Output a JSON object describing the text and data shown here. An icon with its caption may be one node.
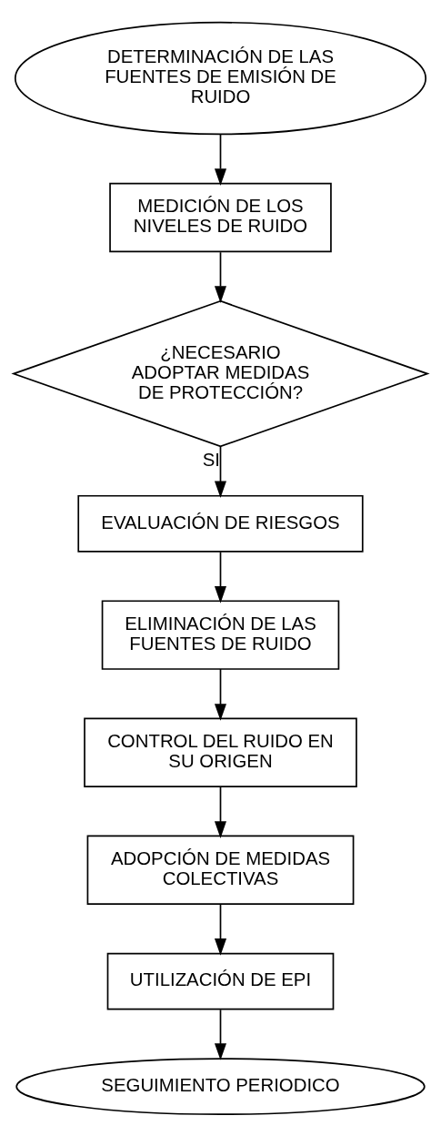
{
  "diagram": {
    "nodes": [
      {
        "text": [
          "DETERMINACIÓN DE LAS FUENTES DE EMISIÓN DE RUIDO"
        ]
      },
      {
        "text": [
          "MEDICIÓN DE LOS NIVELES DE RUIDO"
        ]
      },
      {
        "text": [
          "¿NECESARIO ADOPTAR MEDIDAS DE PROTECCIÓN?"
        ]
      },
      {
        "text": [
          "EVALUACIÓN DE RIESGOS"
        ]
      },
      {
        "text": [
          "ELIMINACIÓN DE LAS FUENTES DE RUIDO"
        ]
      },
      {
        "text": [
          "CONTROL DEL RUIDO EN SU ORIGEN"
        ]
      },
      {
        "text": [
          "ADOPCIÓN DE MEDIDAS COLECTIVAS"
        ]
      },
      {
        "text": [
          "UTILIZACIÓN DE EPI"
        ]
      },
      {
        "text": [
          "SEGUIMIENTO PERIODICO"
        ]
      }
    ],
    "edges": [
      {
        "from": 0,
        "to": 1,
        "arrow": "to"
      },
      {
        "from": 1,
        "to": 2,
        "arrow": "to"
      },
      {
        "from": 2,
        "to": 3,
        "arrow": "to",
        "label": "SI"
      },
      {
        "from": 3,
        "to": 4,
        "arrow": "to"
      },
      {
        "from": 4,
        "to": 5,
        "arrow": "to"
      },
      {
        "from": 5,
        "to": 6,
        "arrow": "to"
      },
      {
        "from": 6,
        "to": 7,
        "arrow": "to"
      },
      {
        "from": 7,
        "to": 8,
        "arrow": "to"
      }
    ]
  }
}
